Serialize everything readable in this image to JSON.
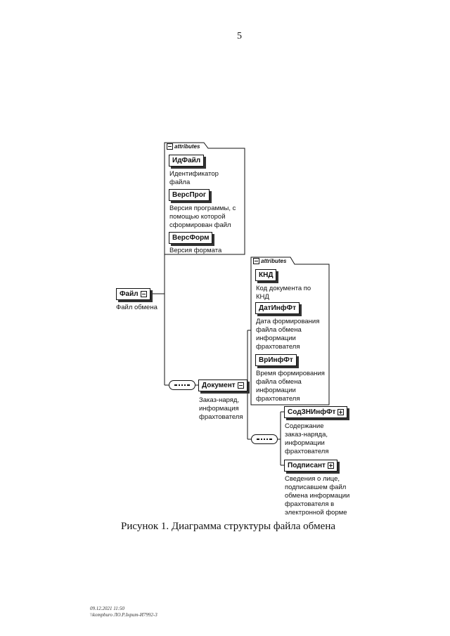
{
  "page_number": "5",
  "attributes_label": "attributes",
  "file_attributes": [
    {
      "name": "ИдФайл",
      "desc": [
        "Идентификатор",
        "файла"
      ]
    },
    {
      "name": "ВерсПрог",
      "desc": [
        "Версия программы, с",
        "помощью которой",
        "сформирован файл"
      ]
    },
    {
      "name": "ВерсФорм",
      "desc": [
        "Версия формата"
      ]
    }
  ],
  "root": {
    "name": "Файл",
    "desc": "Файл обмена"
  },
  "document": {
    "name": "Документ",
    "desc": [
      "Заказ-наряд,",
      "информация",
      "фрахтователя"
    ]
  },
  "document_attributes": [
    {
      "name": "КНД",
      "desc": [
        "Код документа по",
        "КНД"
      ]
    },
    {
      "name": "ДатИнфФт",
      "desc": [
        "Дата формирования",
        "файла обмена",
        "информации",
        "фрахтователя"
      ]
    },
    {
      "name": "ВрИнфФт",
      "desc": [
        "Время формирования",
        "файла обмена",
        "информации",
        "фрахтователя"
      ]
    }
  ],
  "children": [
    {
      "name": "СодЗНИнфФт",
      "desc": [
        "Содержание",
        "заказ-наряда,",
        "информации",
        "фрахтователя"
      ]
    },
    {
      "name": "Подписант",
      "desc": [
        "Сведения о лице,",
        "подписавшем файл",
        "обмена информации",
        "фрахтователя в",
        "электронной форме"
      ]
    }
  ],
  "caption": "Рисунок 1. Диаграмма структуры файла обмена",
  "footer": {
    "date": "09.12.2021 11:50",
    "path": "\\\\kompburo ЛО.Р.Інрит-И7992-3"
  }
}
